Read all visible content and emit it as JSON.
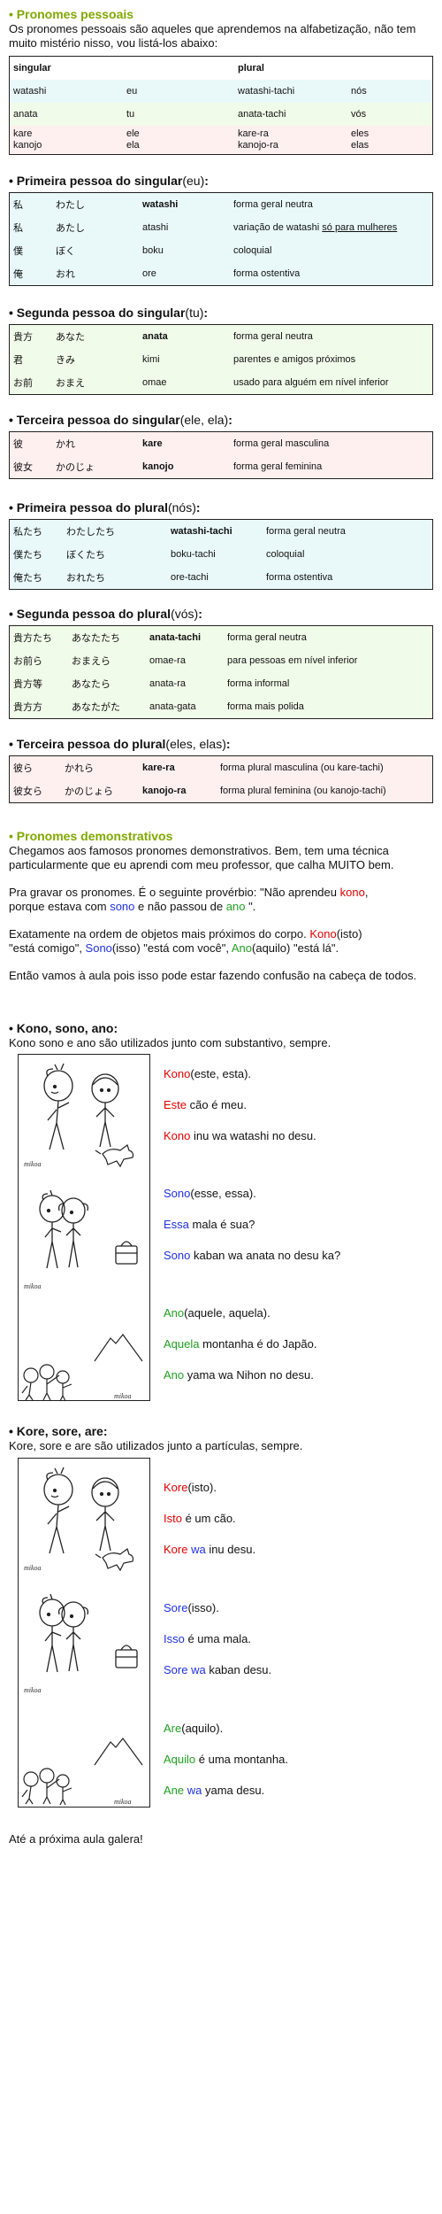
{
  "s1": {
    "title": "Pronomes pessoais",
    "intro": "Os pronomes pessoais são aqueles que aprendemos na alfabetização, não tem muito mistério nisso, vou listá-los abaixo:",
    "header": [
      "singular",
      "plural"
    ],
    "rows": [
      [
        "watashi",
        "eu",
        "watashi-tachi",
        "nós"
      ],
      [
        "anata",
        "tu",
        "anata-tachi",
        "vós"
      ],
      [
        "kare\nkanojo",
        "ele\nela",
        "kare-ra\nkanojo-ra",
        "eles\nelas"
      ]
    ]
  },
  "h_p1s": {
    "bold": "Primeira pessoa do singular",
    "paren": "eu"
  },
  "t_p1s": [
    [
      "私",
      "わたし",
      "watashi",
      "forma geral neutra"
    ],
    [
      "私",
      "あたし",
      "atashi",
      "variação de watashi ",
      "só para  mulheres"
    ],
    [
      "僕",
      "ぼく",
      "boku",
      "coloquial"
    ],
    [
      "俺",
      "おれ",
      "ore",
      "forma ostentiva"
    ]
  ],
  "h_p2s": {
    "bold": "Segunda pessoa do singular",
    "paren": "tu"
  },
  "t_p2s": [
    [
      "貴方",
      "あなた",
      "anata",
      "forma geral neutra"
    ],
    [
      "君",
      "きみ",
      "kimi",
      "parentes e amigos próximos"
    ],
    [
      "お前",
      "おまえ",
      "omae",
      "usado para alguém em nível inferior"
    ]
  ],
  "h_p3s": {
    "bold": "Terceira pessoa do singular",
    "paren": "ele, ela"
  },
  "t_p3s": [
    [
      "彼",
      "かれ",
      "kare",
      "forma geral masculina"
    ],
    [
      "彼女",
      "かのじょ",
      "kanojo",
      "forma geral feminina"
    ]
  ],
  "h_p1p": {
    "bold": "Primeira pessoa do plural",
    "paren": "nós"
  },
  "t_p1p": [
    [
      "私たち",
      "わたしたち",
      "watashi-tachi",
      "forma geral neutra"
    ],
    [
      "僕たち",
      "ぼくたち",
      "boku-tachi",
      "coloquial"
    ],
    [
      "俺たち",
      "おれたち",
      "ore-tachi",
      "forma ostentiva"
    ]
  ],
  "h_p2p": {
    "bold": "Segunda pessoa do plural",
    "paren": "vós"
  },
  "t_p2p": [
    [
      "貴方たち",
      "あなたたち",
      "anata-tachi",
      "forma geral neutra"
    ],
    [
      "お前ら",
      "おまえら",
      "omae-ra",
      "para pessoas em nível inferior"
    ],
    [
      "貴方等",
      "あなたら",
      "anata-ra",
      "forma informal"
    ],
    [
      "貴方方",
      "あなたがた",
      "anata-gata",
      "forma mais polida"
    ]
  ],
  "h_p3p": {
    "bold": "Terceira pessoa do plural",
    "paren": "eles, elas"
  },
  "t_p3p": [
    [
      "彼ら",
      "かれら",
      "kare-ra",
      "forma plural masculina (ou kare-tachi)"
    ],
    [
      "彼女ら",
      "かのじょら",
      "kanojo-ra",
      "forma plural feminina (ou kanojo-tachi)"
    ]
  ],
  "s2": {
    "title": "Pronomes demonstrativos",
    "p1": "Chegamos aos famosos pronomes demonstrativos. Bem, tem uma técnica particularmente que eu aprendi com meu professor, que calha MUITO bem.",
    "p2": {
      "a": "Pra gravar os pronomes. É o seguinte provérbio: \"Não aprendeu ",
      "kono": "kono",
      "b": ",",
      "c": "porque estava com ",
      "sono": "sono",
      "d": " e não passou de ",
      "ano": "ano",
      "e": " \"."
    },
    "p3": {
      "a": "Exatamente na ordem de objetos mais próximos do corpo. ",
      "kono": "Kono",
      "b": "(isto)",
      "c": "\"está comigo\", ",
      "sono": "Sono",
      "d": "(isso) \"está com você\", ",
      "ano": "Ano",
      "e": "(aquilo) \"está lá\"."
    },
    "p4": "Então vamos à aula pois isso pode estar fazendo confusão na cabeça de todos."
  },
  "kono_sec": {
    "title": "Kono, sono, ano:",
    "sub": "Kono sono e ano são utilizados junto com substantivo, sempre.",
    "c1": {
      "w": "Kono",
      "m": "(este, esta)."
    },
    "c2": {
      "w": "Este",
      "m": " cão é meu."
    },
    "c3": {
      "w": "Kono",
      "m": " inu wa watashi no desu."
    },
    "c4": {
      "w": "Sono",
      "m": "(esse, essa)."
    },
    "c5": {
      "w": "Essa",
      "m": " mala é sua?"
    },
    "c6": {
      "w": "Sono",
      "m": " kaban wa anata no desu ka?"
    },
    "c7": {
      "w": "Ano",
      "m": "(aquele, aquela)."
    },
    "c8": {
      "w": "Aquela",
      "m": " montanha é do Japão."
    },
    "c9": {
      "w": "Ano",
      "m": " yama wa Nihon no desu."
    }
  },
  "kore_sec": {
    "title": "Kore, sore, are:",
    "sub": "Kore, sore e are são utilizados junto a partículas, sempre.",
    "c1": {
      "w": "Kore",
      "m": "(isto)."
    },
    "c2": {
      "w": "Isto",
      "m": " é um cão."
    },
    "c3": {
      "w": "Kore",
      "p": " wa",
      "m": " inu desu."
    },
    "c4": {
      "w": "Sore",
      "m": "(isso)."
    },
    "c5": {
      "w": "Isso",
      "m": " é uma mala."
    },
    "c6": {
      "w": "Sore",
      "p": " wa",
      "m": " kaban desu."
    },
    "c7": {
      "w": "Are",
      "m": "(aquilo)."
    },
    "c8": {
      "w": "Aquilo",
      "m": " é uma montanha."
    },
    "c9": {
      "w": "Ane",
      "p": " wa",
      "m": " yama desu."
    }
  },
  "signature": "mikoa",
  "outro": "Até a próxima aula galera!",
  "colors": {
    "section_title": "#80a800",
    "kono": "#e00000",
    "sono": "#2030e0",
    "ano": "#20a020"
  }
}
